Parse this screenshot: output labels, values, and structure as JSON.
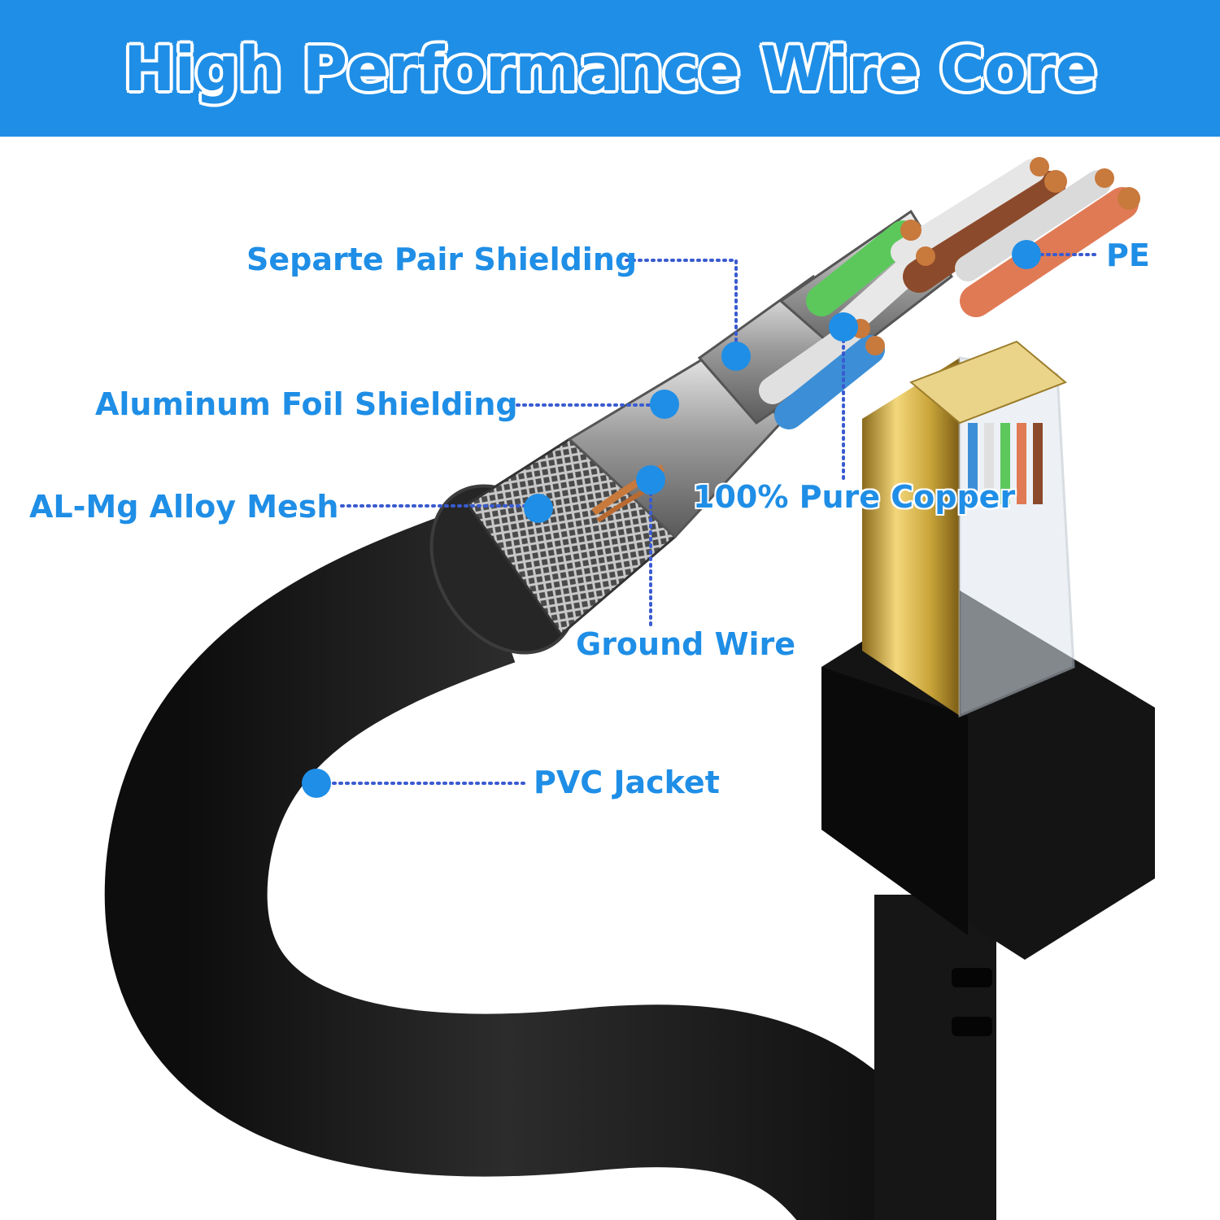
{
  "title": "High Performance Wire Core",
  "callouts": {
    "separate_pair_shielding": "Separte Pair Shielding",
    "pe": "PE",
    "aluminum_foil_shielding": "Aluminum Foil Shielding",
    "al_mg_alloy_mesh": "AL-Mg Alloy Mesh",
    "pure_copper": "100% Pure Copper",
    "ground_wire": "Ground Wire",
    "pvc_jacket": "PVC Jacket"
  },
  "colors": {
    "accent": "#1f8ee6",
    "cable": "#1a1a1a",
    "connector_gold": "#c9a43a",
    "copper": "#c8793c"
  }
}
